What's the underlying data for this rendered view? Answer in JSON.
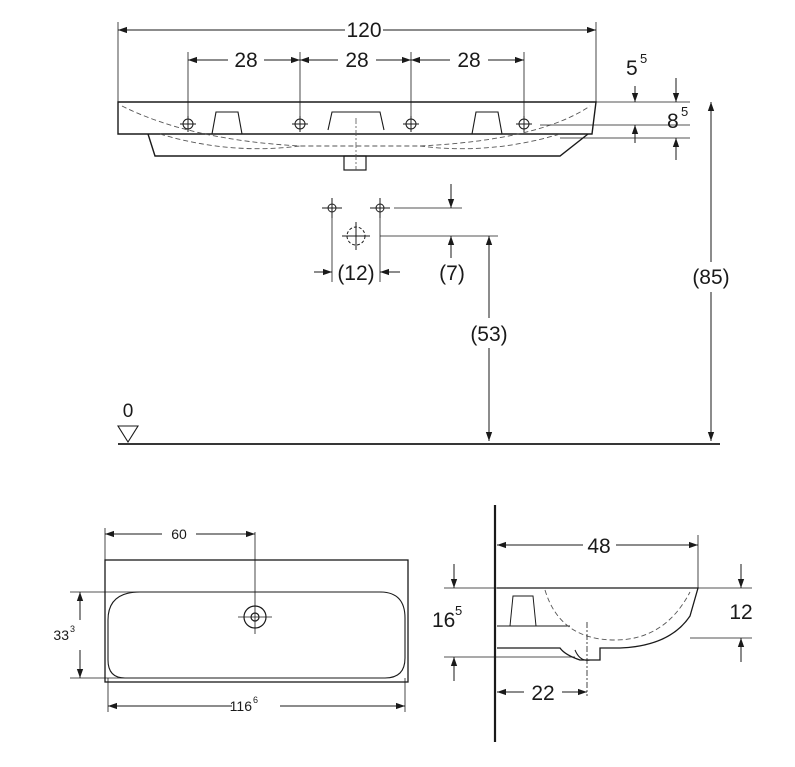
{
  "front_view": {
    "overall_width": "120",
    "tap_spacing_1": "28",
    "tap_spacing_2": "28",
    "tap_spacing_3": "28",
    "rim_offset_main": "5",
    "rim_offset_sup": "5",
    "rim_thickness_main": "8",
    "rim_thickness_sup": "5",
    "trap_spacing": "(12)",
    "trap_height": "(7)",
    "outlet_height": "(53)",
    "rim_height": "(85)",
    "floor_level": "0"
  },
  "plan_view": {
    "tap_hole_distance": "60",
    "bowl_depth_main": "33",
    "bowl_depth_sup": "3",
    "bowl_width_main": "116",
    "bowl_width_sup": "6"
  },
  "side_view": {
    "projection": "48",
    "height_main": "16",
    "height_sup": "5",
    "rim_height": "12",
    "outlet_offset": "22"
  },
  "colors": {
    "line": "#1a1a1a",
    "hidden": "#555555"
  }
}
